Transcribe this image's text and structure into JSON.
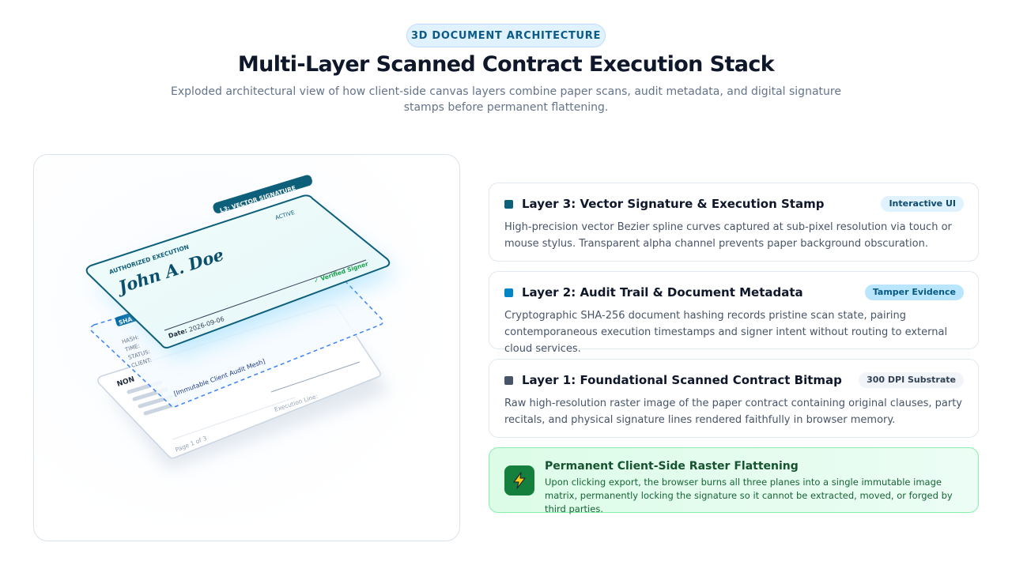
{
  "header": {
    "badge": "3D DOCUMENT ARCHITECTURE",
    "title": "Multi-Layer Scanned Contract Execution Stack",
    "subtitle": "Exploded architectural view of how client-side canvas layers combine paper scans, audit metadata, and digital signature stamps before permanent flattening."
  },
  "illustration": {
    "sig_layer": {
      "tab": "L3: VECTOR SIGNATURE",
      "status": "ACTIVE",
      "heading": "AUTHORIZED EXECUTION",
      "signature": "John A. Doe",
      "verified": "✓ Verified Signer",
      "date_label": "Date:",
      "date_value": "2026-09-06"
    },
    "audit_layer": {
      "tab": "SHA",
      "lines": [
        "HASH:",
        "TIME:",
        "STATUS:",
        "CLIENT:"
      ],
      "note": "[Immutable Client Audit Mesh]"
    },
    "base_layer": {
      "heading": "NON",
      "execution_line": "Execution Line:",
      "page": "Page 1 of 3"
    }
  },
  "layers": [
    {
      "title": "Layer 3: Vector Signature & Execution Stamp",
      "tag": "Interactive UI",
      "desc": "High-precision vector Bezier spline curves captured at sub-pixel resolution via touch or mouse stylus. Transparent alpha channel prevents paper background obscuration.",
      "dot_color": "#0e5f7a",
      "tag_bg": "#e0f2fe",
      "tag_color": "#0c4a6e"
    },
    {
      "title": "Layer 2: Audit Trail & Document Metadata",
      "tag": "Tamper Evidence",
      "desc": "Cryptographic SHA-256 document hashing records pristine scan state, pairing contemporaneous execution timestamps and signer intent without routing to external cloud services.",
      "dot_color": "#0284c7",
      "tag_bg": "#bae6fd",
      "tag_color": "#075985"
    },
    {
      "title": "Layer 1: Foundational Scanned Contract Bitmap",
      "tag": "300 DPI Substrate",
      "desc": "Raw high-resolution raster image of the paper contract containing original clauses, party recitals, and physical signature lines rendered faithfully in browser memory.",
      "dot_color": "#475569",
      "tag_bg": "#f1f5f9",
      "tag_color": "#334155"
    }
  ],
  "flatten": {
    "icon": "lightning-icon",
    "title": "Permanent Client-Side Raster Flattening",
    "desc": "Upon clicking export, the browser burns all three planes into a single immutable image matrix, permanently locking the signature so it cannot be extracted, moved, or forged by third parties."
  },
  "colors": {
    "accent": "#0e5f7a",
    "signature_ink": "#0b4f6c",
    "verified": "#16a34a",
    "flatten_border": "#86efac"
  }
}
